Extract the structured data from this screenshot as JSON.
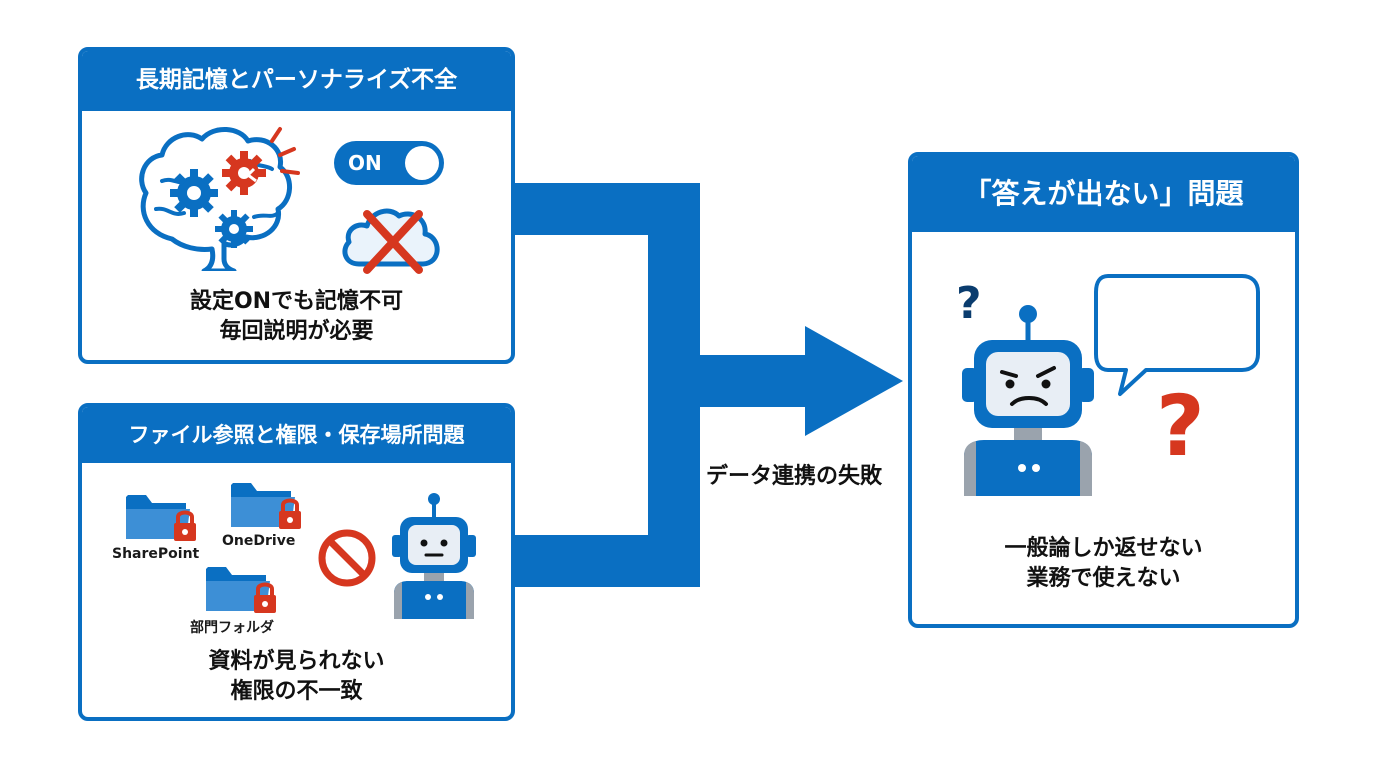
{
  "colors": {
    "primary_blue": "#0a6fc2",
    "accent_red": "#d6371f",
    "text_dark": "#111111",
    "robot_light": "#e8eef5",
    "gray": "#9aa3ad"
  },
  "card_memory": {
    "title": "長期記憶とパーソナライズ不全",
    "toggle_label": "ON",
    "caption_line1": "設定ONでも記憶不可",
    "caption_line2": "毎回説明が必要",
    "icons": [
      "brain-gears-icon",
      "toggle-switch-icon",
      "cloud-x-icon"
    ]
  },
  "card_files": {
    "title": "ファイル参照と権限・保存場所問題",
    "folders": [
      {
        "label": "SharePoint"
      },
      {
        "label": "OneDrive"
      },
      {
        "label": "部門フォルダ"
      }
    ],
    "caption_line1": "資料が見られない",
    "caption_line2": "権限の不一致",
    "icons": [
      "locked-folder-icon",
      "prohibited-icon",
      "robot-icon"
    ]
  },
  "connector": {
    "label": "データ連携の失敗"
  },
  "card_result": {
    "title": "「答えが出ない」問題",
    "caption_line1": "一般論しか返せない",
    "caption_line2": "業務で使えない",
    "icons": [
      "question-mark-icon",
      "confused-robot-icon",
      "empty-speech-bubble-icon"
    ]
  }
}
